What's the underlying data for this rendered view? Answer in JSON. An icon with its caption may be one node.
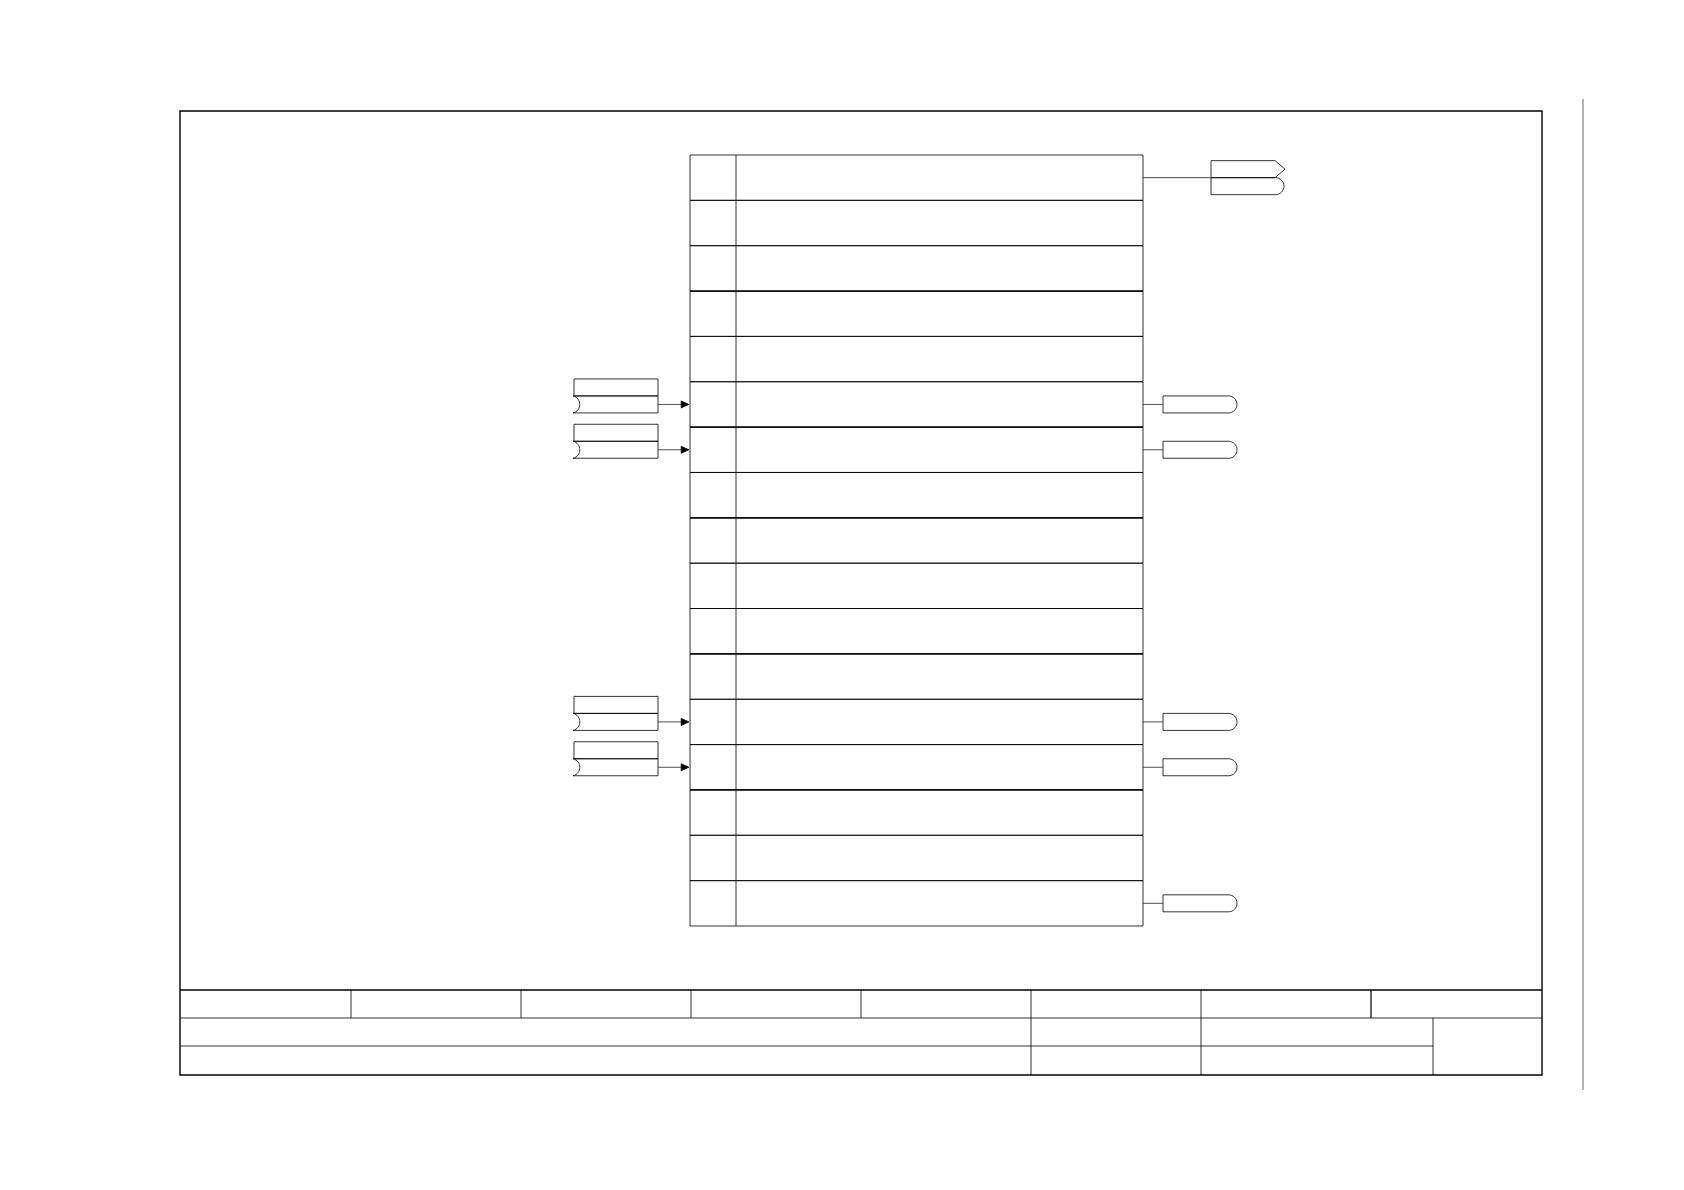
{
  "diagram": {
    "nodes": [
      {
        "text": [],
        "shape": "box"
      },
      {
        "text": [],
        "shape": "box"
      },
      {
        "text": [],
        "shape": "box"
      },
      {
        "text": [],
        "shape": "box"
      },
      {
        "text": [],
        "shape": "box"
      },
      {
        "text": [],
        "shape": "box"
      },
      {
        "text": [],
        "shape": "box"
      },
      {
        "text": [],
        "shape": "box"
      },
      {
        "text": [],
        "shape": "box"
      },
      {
        "text": [],
        "shape": "box"
      },
      {
        "text": [],
        "shape": "box"
      },
      {
        "text": [],
        "shape": "box"
      },
      {
        "text": [],
        "shape": "box"
      },
      {
        "text": [],
        "shape": "box"
      },
      {
        "text": [],
        "shape": "box"
      },
      {
        "text": [],
        "shape": "box"
      },
      {
        "text": [],
        "shape": "box"
      },
      {
        "text": [],
        "shape": "tag"
      },
      {
        "text": [],
        "shape": "tag"
      },
      {
        "text": [],
        "shape": "tag"
      },
      {
        "text": [],
        "shape": "tag"
      },
      {
        "text": [],
        "shape": "tag"
      },
      {
        "text": [],
        "shape": "tag"
      },
      {
        "text": [],
        "shape": "tag"
      },
      {
        "text": [],
        "shape": "tag"
      },
      {
        "text": [],
        "shape": "tag"
      },
      {
        "text": [],
        "shape": "tag"
      }
    ],
    "edges": [
      {
        "from": 17,
        "to": 5,
        "arrow": "to"
      },
      {
        "from": 18,
        "to": 6,
        "arrow": "to"
      },
      {
        "from": 19,
        "to": 12,
        "arrow": "to"
      },
      {
        "from": 20,
        "to": 13,
        "arrow": "to"
      },
      {
        "from": 0,
        "to": 21,
        "arrow": "none"
      },
      {
        "from": 5,
        "to": 22,
        "arrow": "none"
      },
      {
        "from": 6,
        "to": 23,
        "arrow": "none"
      },
      {
        "from": 12,
        "to": 24,
        "arrow": "none"
      },
      {
        "from": 13,
        "to": 25,
        "arrow": "none"
      },
      {
        "from": 16,
        "to": 26,
        "arrow": "none"
      }
    ]
  }
}
